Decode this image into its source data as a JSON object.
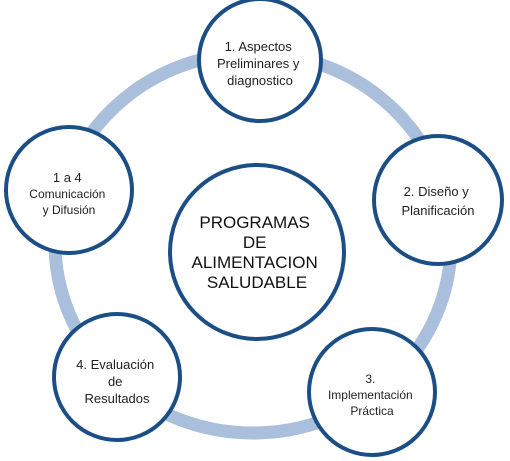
{
  "diagram": {
    "center": {
      "lines": [
        "PROGRAMAS",
        "DE",
        "ALIMENTACION",
        "SALUDABLE"
      ]
    },
    "nodes": [
      {
        "id": "aspectos-preliminares",
        "lines": [
          "1. Aspectos",
          "Preliminares y",
          "diagnostico"
        ]
      },
      {
        "id": "diseno-planificacion",
        "lines": [
          "2. Diseño y",
          "Planificación"
        ]
      },
      {
        "id": "implementacion-practica",
        "lines": [
          "3.",
          "Implementación",
          "Práctica"
        ]
      },
      {
        "id": "evaluacion-resultados",
        "lines": [
          "4. Evaluación",
          "de",
          "Resultados"
        ]
      },
      {
        "id": "comunicacion-difusion",
        "lines": [
          "1 a 4",
          "Comunicación",
          "y Difusión"
        ]
      }
    ],
    "colors": {
      "ring": "#a9bfdc",
      "node_border": "#1c4e86",
      "node_fill": "#ffffff",
      "center_border": "#1c4e86"
    }
  }
}
